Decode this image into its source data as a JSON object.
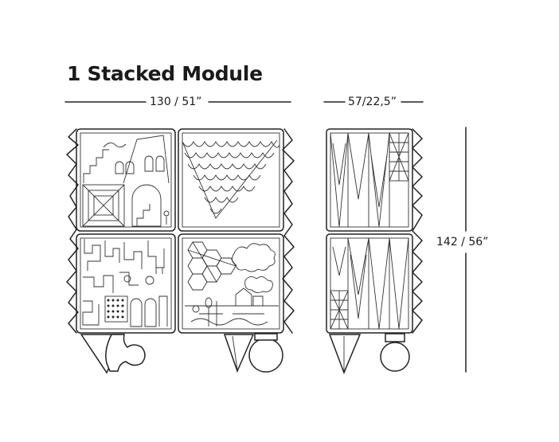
{
  "title": "1 Stacked Module",
  "dimensions": {
    "width": "130 / 51”",
    "depth": "57/22,5”",
    "height": "142 / 56”"
  },
  "colors": {
    "line": "#222222",
    "background": "#ffffff"
  }
}
